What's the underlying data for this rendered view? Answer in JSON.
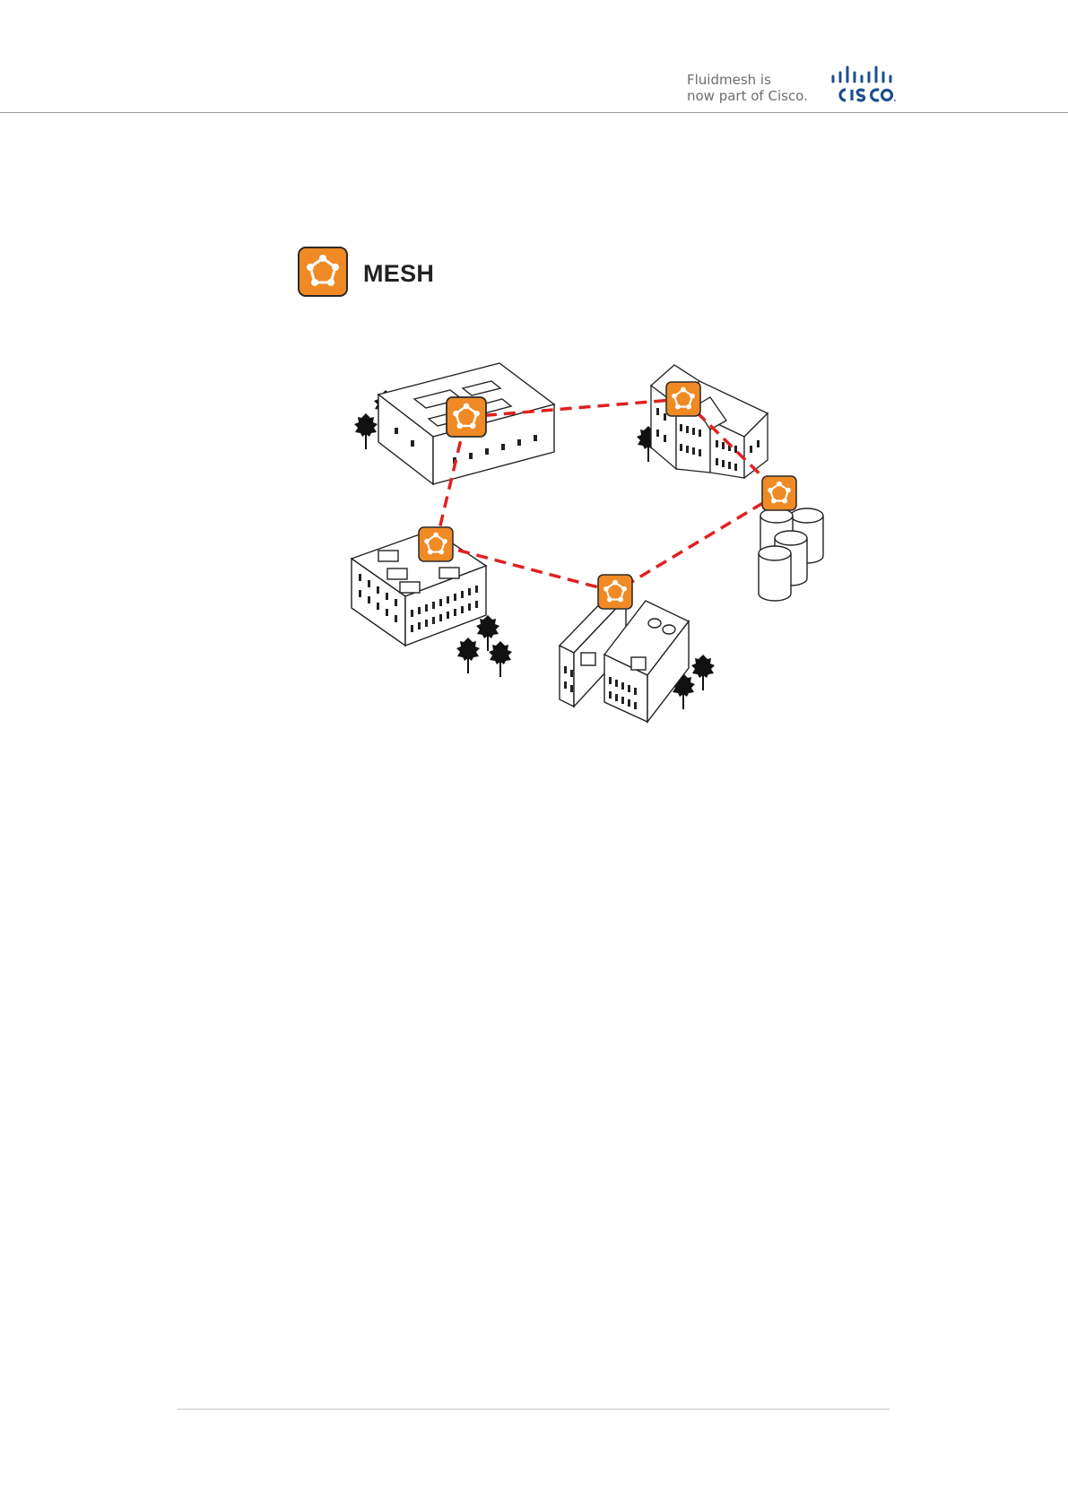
{
  "header": {
    "brand_line1": "Fluidmesh is",
    "brand_line2": "now part of Cisco.",
    "logo": "cisco-logo"
  },
  "section": {
    "title": "MESH",
    "icon": "mesh-network-icon"
  },
  "colors": {
    "accent": "#f08a24",
    "link": "#e02020",
    "rule": "#9a9a9a"
  },
  "diagram": {
    "nodes": [
      {
        "name": "warehouse-top-left"
      },
      {
        "name": "historic-building-top-right"
      },
      {
        "name": "storage-tanks-right"
      },
      {
        "name": "twin-buildings-bottom"
      },
      {
        "name": "office-building-left"
      }
    ],
    "link_style": "dashed"
  }
}
